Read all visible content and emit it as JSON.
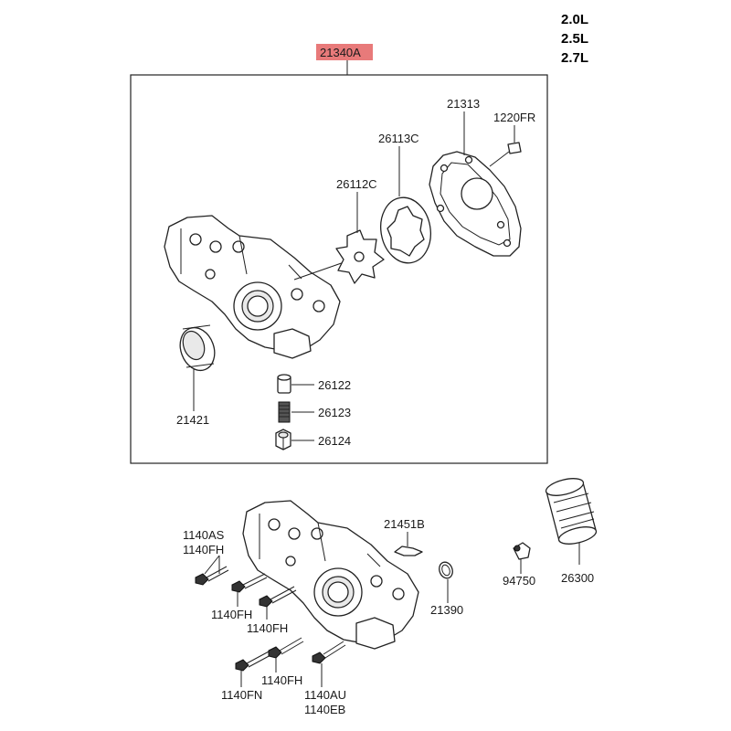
{
  "engines": [
    "2.0L",
    "2.5L",
    "2.7L"
  ],
  "assembly": {
    "label": "21340A",
    "highlight_color": "#e87a7a"
  },
  "parts": {
    "p21313": "21313",
    "p1220fr": "1220FR",
    "p26113c": "26113C",
    "p26112c": "26112C",
    "p21421": "21421",
    "p26122": "26122",
    "p26123": "26123",
    "p26124": "26124",
    "p21451b": "21451B",
    "p26300": "26300",
    "p94750": "94750",
    "p21390": "21390",
    "p1140as": "1140AS",
    "p1140fh_a": "1140FH",
    "p1140fh_b": "1140FH",
    "p1140fh_c": "1140FH",
    "p1140fh_d": "1140FH",
    "p1140fn": "1140FN",
    "p1140au": "1140AU",
    "p1140eb": "1140EB"
  }
}
